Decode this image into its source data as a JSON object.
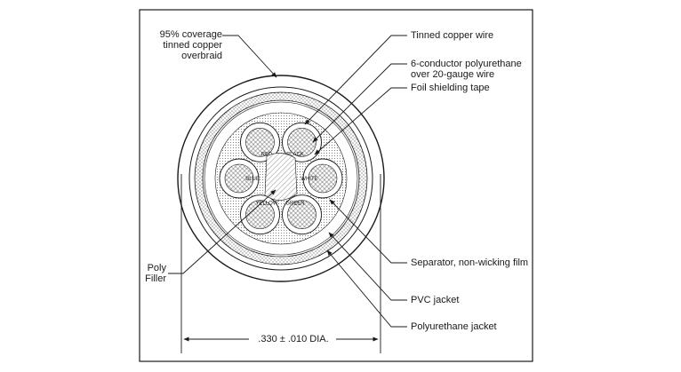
{
  "callouts": {
    "overbraid": [
      "95% coverage",
      "tinned copper",
      "overbraid"
    ],
    "tinned_copper_wire": "Tinned copper wire",
    "conductors": [
      "6-conductor polyurethane",
      "over 20-gauge wire"
    ],
    "foil_tape": "Foil shielding tape",
    "poly_filler": [
      "Poly",
      "Filler"
    ],
    "separator": "Separator, non-wicking film",
    "pvc_jacket": "PVC jacket",
    "polyurethane_jacket": "Polyurethane jacket"
  },
  "dimension": ".330 ± .010 DIA.",
  "conductor_colors": [
    "RED",
    "BLACK",
    "WHITE",
    "GREEN",
    "YELLOW",
    "BLUE"
  ]
}
